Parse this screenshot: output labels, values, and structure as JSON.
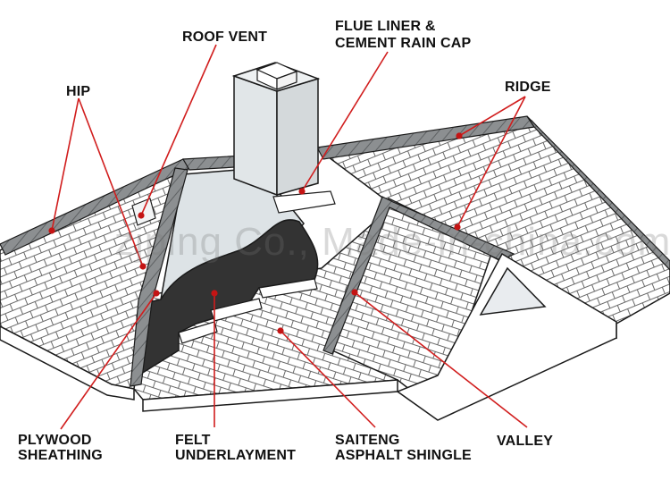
{
  "labels": {
    "roof_vent": "ROOF VENT",
    "flue_liner_line1": "FLUE LINER &",
    "flue_liner_line2": "CEMENT RAIN CAP",
    "hip": "HIP",
    "ridge": "RIDGE",
    "plywood_line1": "PLYWOOD",
    "plywood_line2": "SHEATHING",
    "felt_line1": "FELT",
    "felt_line2": "UNDERLAYMENT",
    "shingle_line1": "SAITENG",
    "shingle_line2": "ASPHALT SHINGLE",
    "valley": "VALLEY"
  },
  "watermark": "zjping Co., Made-in-china.com",
  "colors": {
    "leader_line": "#d11d1d",
    "marker_dot": "#c41414",
    "outline": "#1a1a1a",
    "shingle_fill": "#ffffff",
    "ridge_cap": "#8c8f91",
    "plywood": "#dde3e6",
    "felt": "#333333",
    "chimney": "#e1e6e8"
  }
}
